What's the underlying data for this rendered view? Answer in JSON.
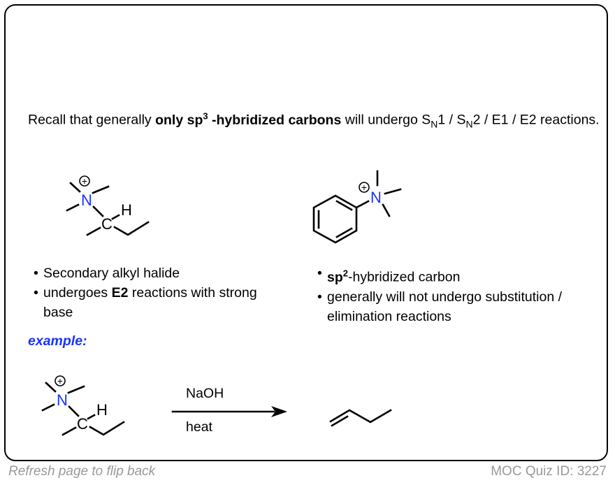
{
  "intro": {
    "part1": "Recall that generally ",
    "bold": "only sp",
    "bold_sup": "3",
    "bold2": " -hybridized carbons",
    "part2": " will undergo S",
    "sub1": "N",
    "part3": "1 / S",
    "sub2": "N",
    "part4": "2 / E1 / E2 reactions."
  },
  "left_molecule": {
    "n_label": "N",
    "c_label": "C",
    "h_label": "H",
    "charge": "+"
  },
  "right_molecule": {
    "n_label": "N",
    "charge": "+"
  },
  "left_bullets": {
    "item1": "Secondary alkyl halide",
    "item2_pre": "undergoes ",
    "item2_bold": "E2",
    "item2_post": " reactions with strong base"
  },
  "right_bullets": {
    "item1_bold": "sp",
    "item1_sup": "2",
    "item1_post": "-hybridized carbon",
    "item2": "generally will not undergo substitution / elimination reactions"
  },
  "example_label": "example:",
  "reaction": {
    "reagent": "NaOH",
    "condition": "heat",
    "n_label": "N",
    "c_label": "C",
    "h_label": "H",
    "charge": "+"
  },
  "colors": {
    "nitrogen": "#1a33ff",
    "example": "#1a33ff"
  },
  "footer": {
    "left": "Refresh page to flip back",
    "right": "MOC Quiz ID: 3227"
  }
}
